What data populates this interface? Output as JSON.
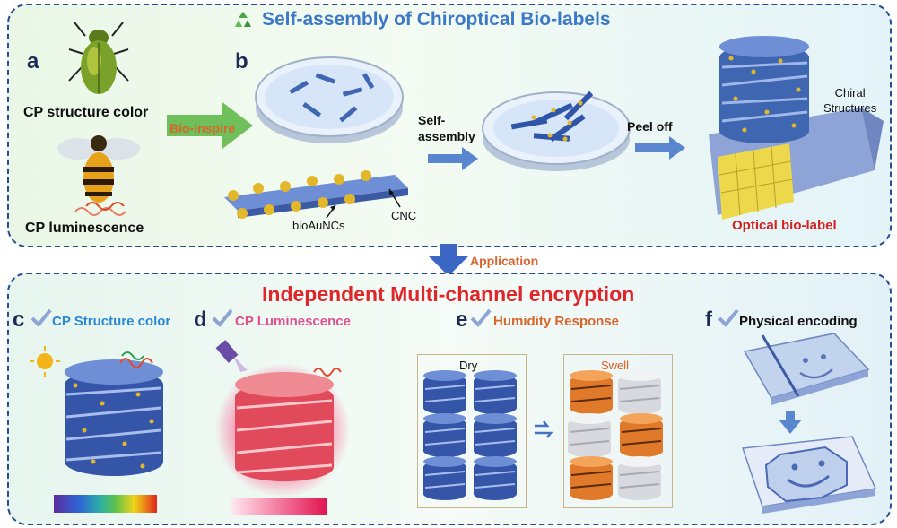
{
  "top": {
    "title": "Self-assembly of Chiroptical Bio-labels",
    "panel_a": "a",
    "panel_b": "b",
    "cp_structure_color": "CP structure color",
    "cp_luminescence": "CP luminescence",
    "bio_inspire": "Bio-inspire",
    "self_assembly": "Self-\nassembly",
    "peel_off": "Peel off",
    "chiral_structures": "Chiral\nStructures",
    "bioaunc": "bioAuNCs",
    "cnc": "CNC",
    "optical_bio_label": "Optical bio-label"
  },
  "connector": {
    "application": "Application"
  },
  "bottom": {
    "title": "Independent Multi-channel encryption",
    "panels": [
      {
        "letter": "c",
        "label": "CP Structure color"
      },
      {
        "letter": "d",
        "label": "CP Luminescence"
      },
      {
        "letter": "e",
        "label": "Humidity Response"
      },
      {
        "letter": "f",
        "label": "Physical encoding"
      }
    ],
    "dry": "Dry",
    "swell": "Swell"
  },
  "colors": {
    "panel_border": "#2a4d8f",
    "title_blue": "#3c78c8",
    "title_red": "#e0262a",
    "panel_c_label": "#2b8ad6",
    "panel_d_label": "#e0508c",
    "panel_e_label": "#d7662c",
    "panel_f_label": "#111111"
  },
  "icons": [
    "recycle-icon",
    "check-icon",
    "sun-icon",
    "uv-lamp-icon",
    "swap-arrows-icon"
  ]
}
